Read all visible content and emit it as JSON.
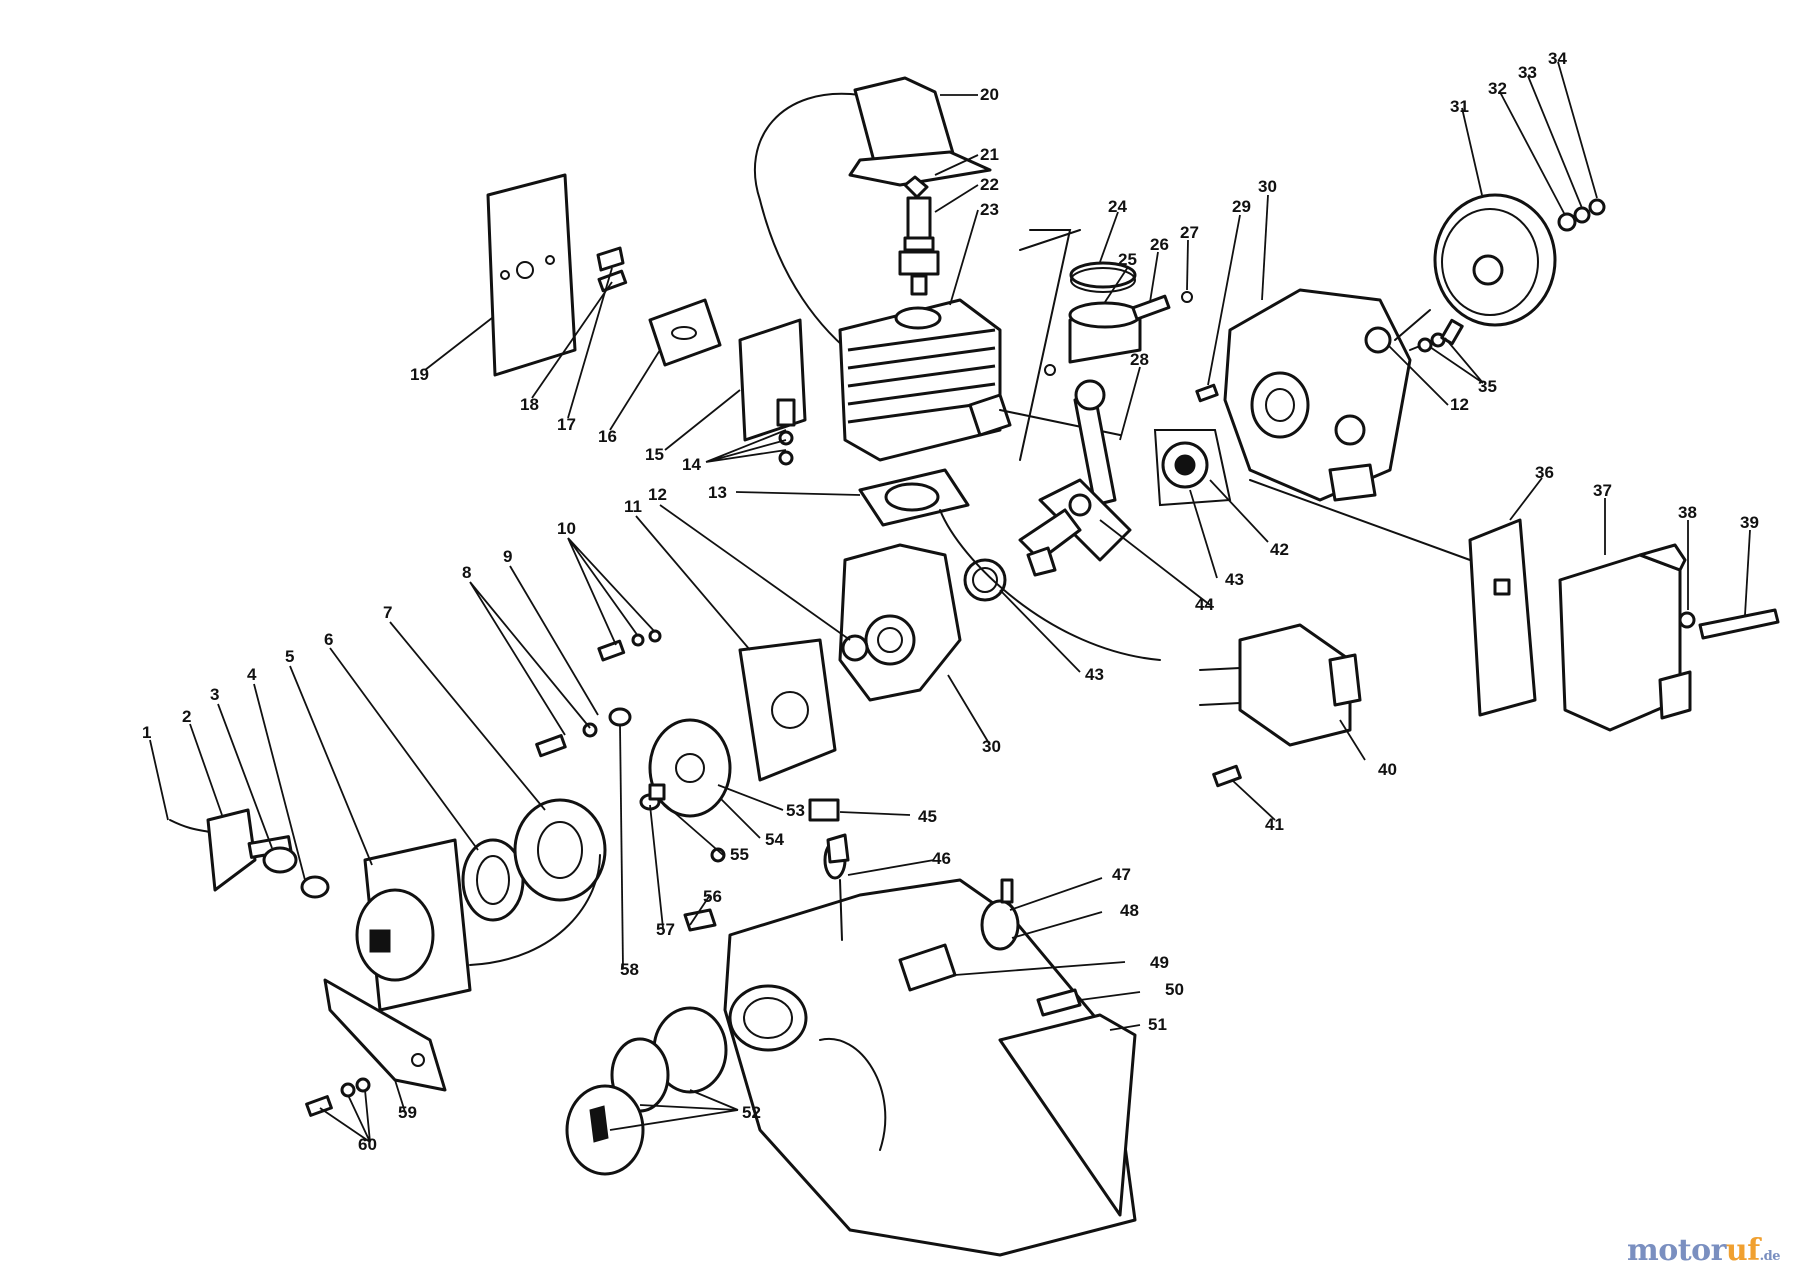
{
  "diagram": {
    "labels": [
      "1",
      "2",
      "3",
      "4",
      "5",
      "6",
      "7",
      "8",
      "9",
      "10",
      "11",
      "12",
      "13",
      "14",
      "15",
      "16",
      "17",
      "18",
      "19",
      "20",
      "21",
      "22",
      "23",
      "24",
      "25",
      "26",
      "27",
      "28",
      "29",
      "30",
      "31",
      "32",
      "33",
      "34",
      "35",
      "36",
      "37",
      "38",
      "39",
      "40",
      "41",
      "42",
      "43",
      "44",
      "45",
      "46",
      "47",
      "48",
      "49",
      "50",
      "51",
      "52",
      "53",
      "54",
      "55",
      "56",
      "57",
      "58",
      "59",
      "60"
    ],
    "extra_labels": [
      "12",
      "30",
      "43"
    ]
  },
  "watermark": {
    "part_a": "motor",
    "part_b": "uf",
    "part_c": ".de"
  },
  "colors": {
    "line": "#111111",
    "background": "#ffffff",
    "watermark_blue": "#7a8fc0",
    "watermark_orange": "#f0a030"
  }
}
